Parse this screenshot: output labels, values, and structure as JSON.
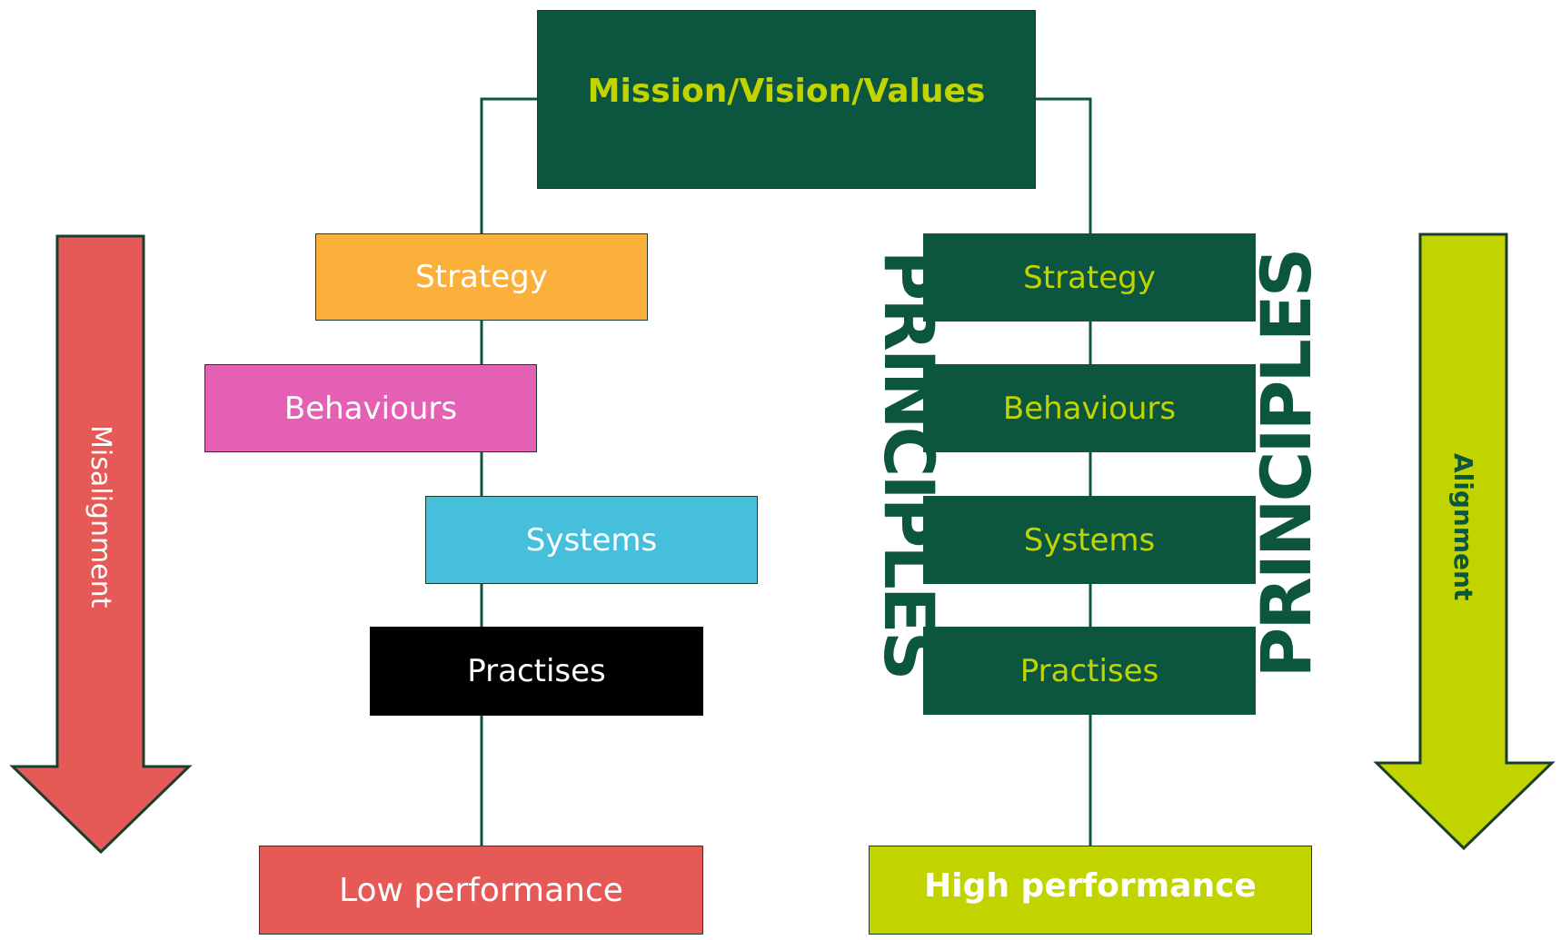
{
  "colors": {
    "dark_green": "#0c5640",
    "lime": "#c2d400",
    "orange": "#fbb03b",
    "pink": "#e360b4",
    "cyan": "#45bfdb",
    "black": "#000000",
    "red": "#e55a57",
    "white": "#ffffff"
  },
  "top": {
    "label": "Mission/Vision/Values"
  },
  "left_column": {
    "steps": [
      "Strategy",
      "Behaviours",
      "Systems",
      "Practises"
    ],
    "result": "Low performance",
    "arrow_label": "Misalignment"
  },
  "right_column": {
    "steps": [
      "Strategy",
      "Behaviours",
      "Systems",
      "Practises"
    ],
    "result": "High performance",
    "arrow_label": "Alignment",
    "pillar_left": "PRINCIPLES",
    "pillar_right": "PRINCIPLES"
  }
}
